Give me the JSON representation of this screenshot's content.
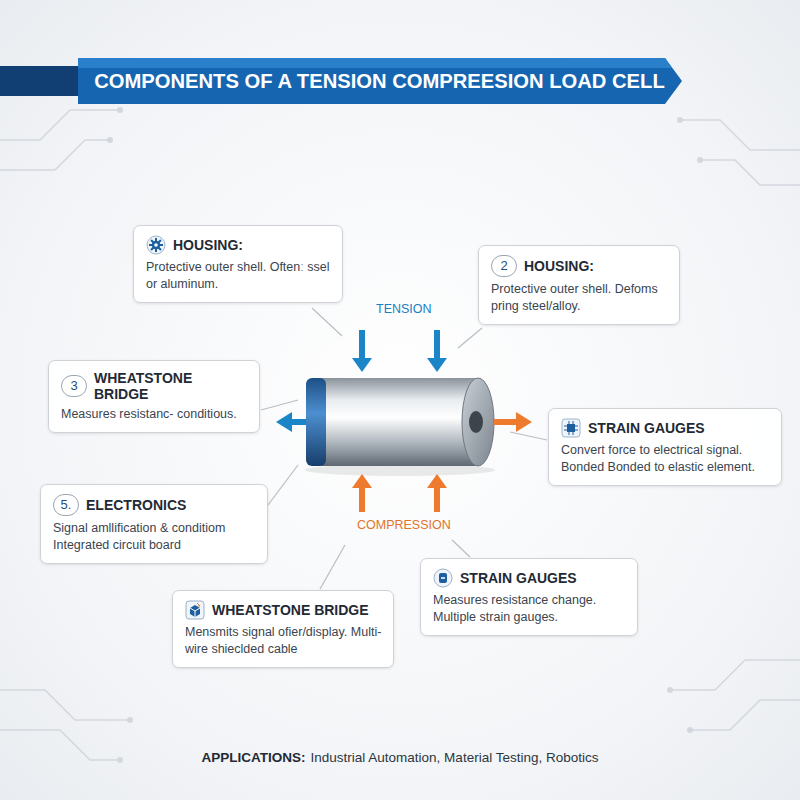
{
  "diagram": {
    "title": "COMPONENTS OF A TENSION COMPREESION LOAD CELL",
    "nodes": [
      {
        "text": [
          "HOUSING:",
          "Protective outer shell. Oftenː ssel or aluminum."
        ]
      },
      {
        "text": [
          "2",
          "HOUSING:",
          "Protective outer shell. Defoms pring steel/alloy."
        ]
      },
      {
        "text": [
          "3",
          "WHEATSTONE BRIDGE",
          "Measures resistanc- conditious."
        ]
      },
      {
        "text": [
          "STRAIN GAUGES",
          "Convert force to electrical signal. Bonded Bonded to elastic element."
        ]
      },
      {
        "text": [
          "5.",
          "ELECTRONICS",
          "Signal amllification & conditiom Integrated circuit board"
        ]
      },
      {
        "text": [
          "STRAIN GAUGES",
          "Measures resistance change. Multiple strain gauges."
        ]
      },
      {
        "text": [
          "WHEATSTONE BRIDGE",
          "Mensmits signal ofier/display. Multi-wire shieclded cable"
        ]
      }
    ],
    "labels": [
      "TENSION",
      "COMPRESSION",
      "APPLICATIONS:",
      "Industrial Automation, Material Testing, Robotics"
    ]
  }
}
